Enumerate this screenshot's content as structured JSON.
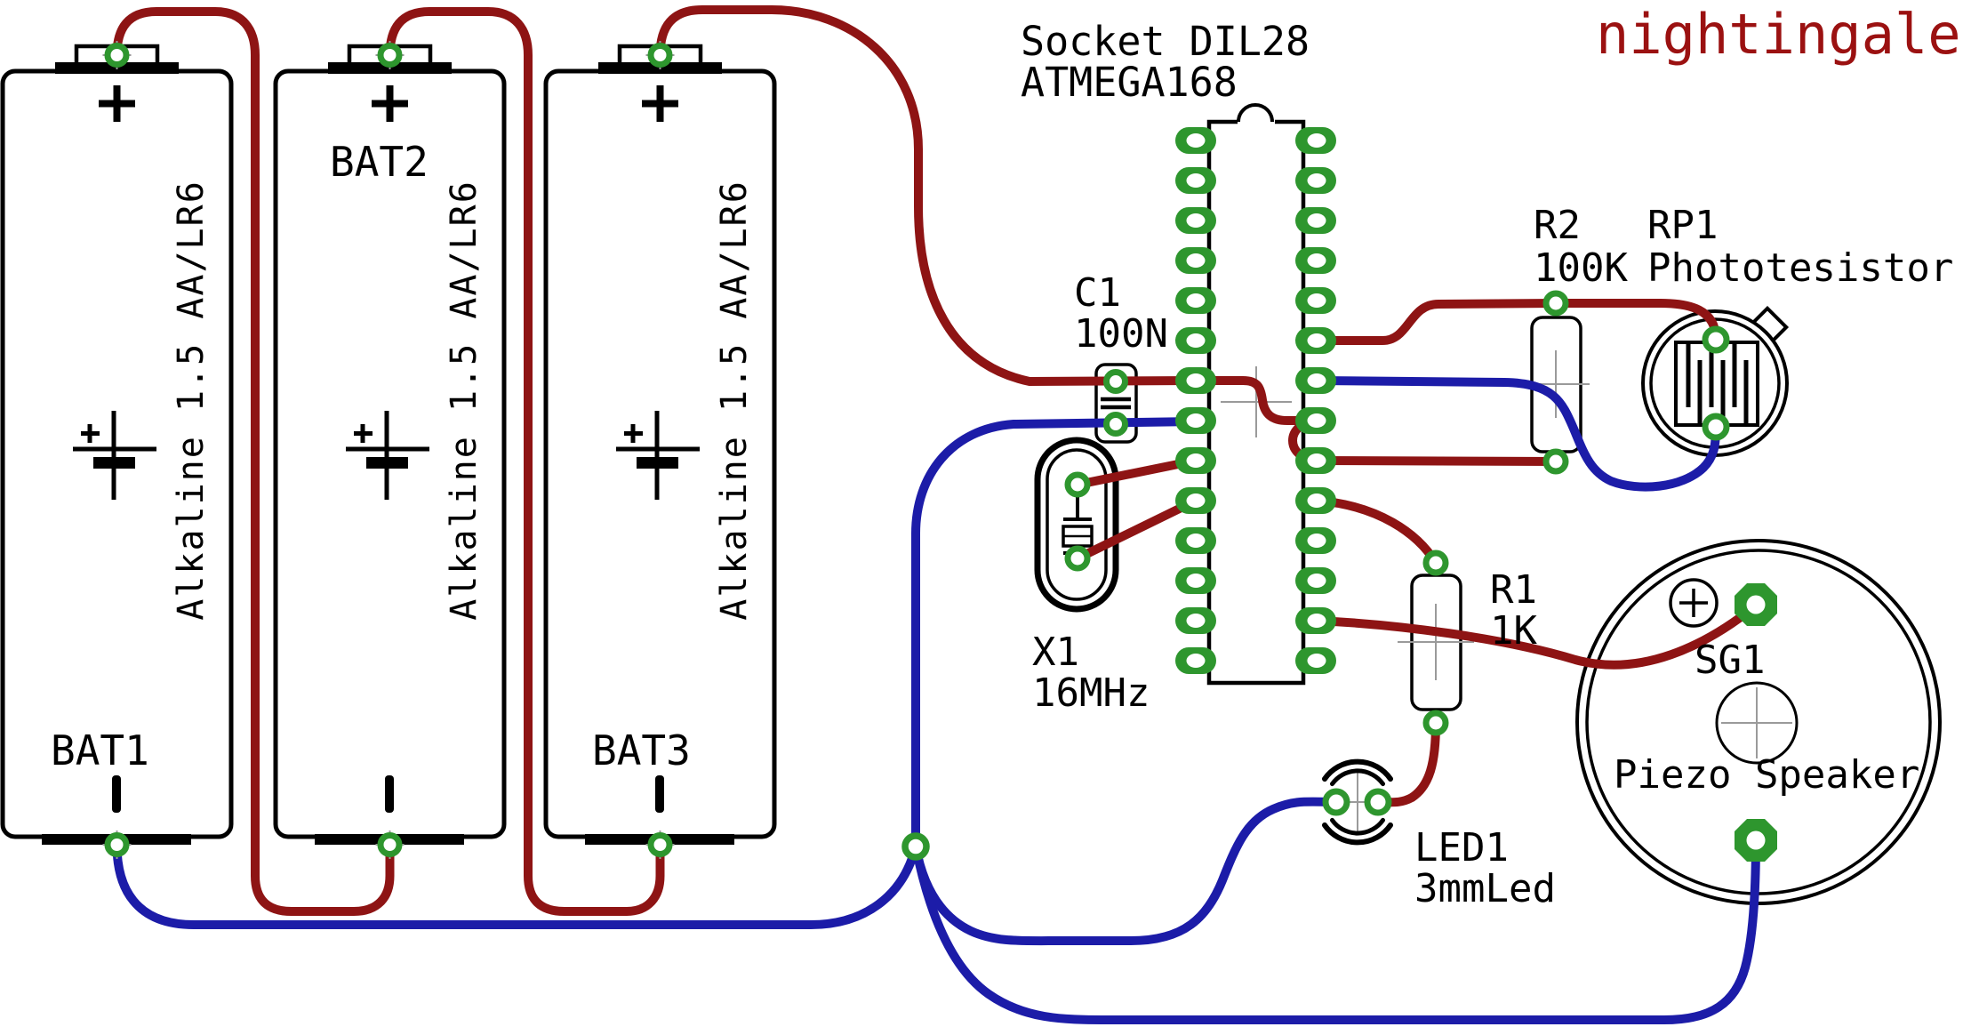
{
  "title": {
    "brand": "nightingale"
  },
  "ic": {
    "label_line1": "Socket DIL28",
    "label_line2": "ATMEGA168"
  },
  "batteries": {
    "items": [
      {
        "name": "BAT1",
        "spec": "Alkaline 1.5 AA/LR6"
      },
      {
        "name": "BAT2",
        "spec": "Alkaline 1.5 AA/LR6"
      },
      {
        "name": "BAT3",
        "spec": "Alkaline 1.5 AA/LR6"
      }
    ]
  },
  "components": {
    "c1": {
      "ref": "C1",
      "value": "100N"
    },
    "x1": {
      "ref": "X1",
      "value": "16MHz"
    },
    "r2": {
      "ref": "R2",
      "value": "100K"
    },
    "rp1": {
      "ref": "RP1",
      "value": "Phototesistor"
    },
    "r1": {
      "ref": "R1",
      "value": "1K"
    },
    "led1": {
      "ref": "LED1",
      "value": "3mmLed"
    },
    "sg1": {
      "ref": "SG1",
      "value": "Piezo Speaker"
    }
  },
  "colors": {
    "wire_positive": "#8e1414",
    "wire_negative": "#1c1ca8",
    "pin_green": "#2e962e",
    "brand_red": "#9b1111"
  }
}
